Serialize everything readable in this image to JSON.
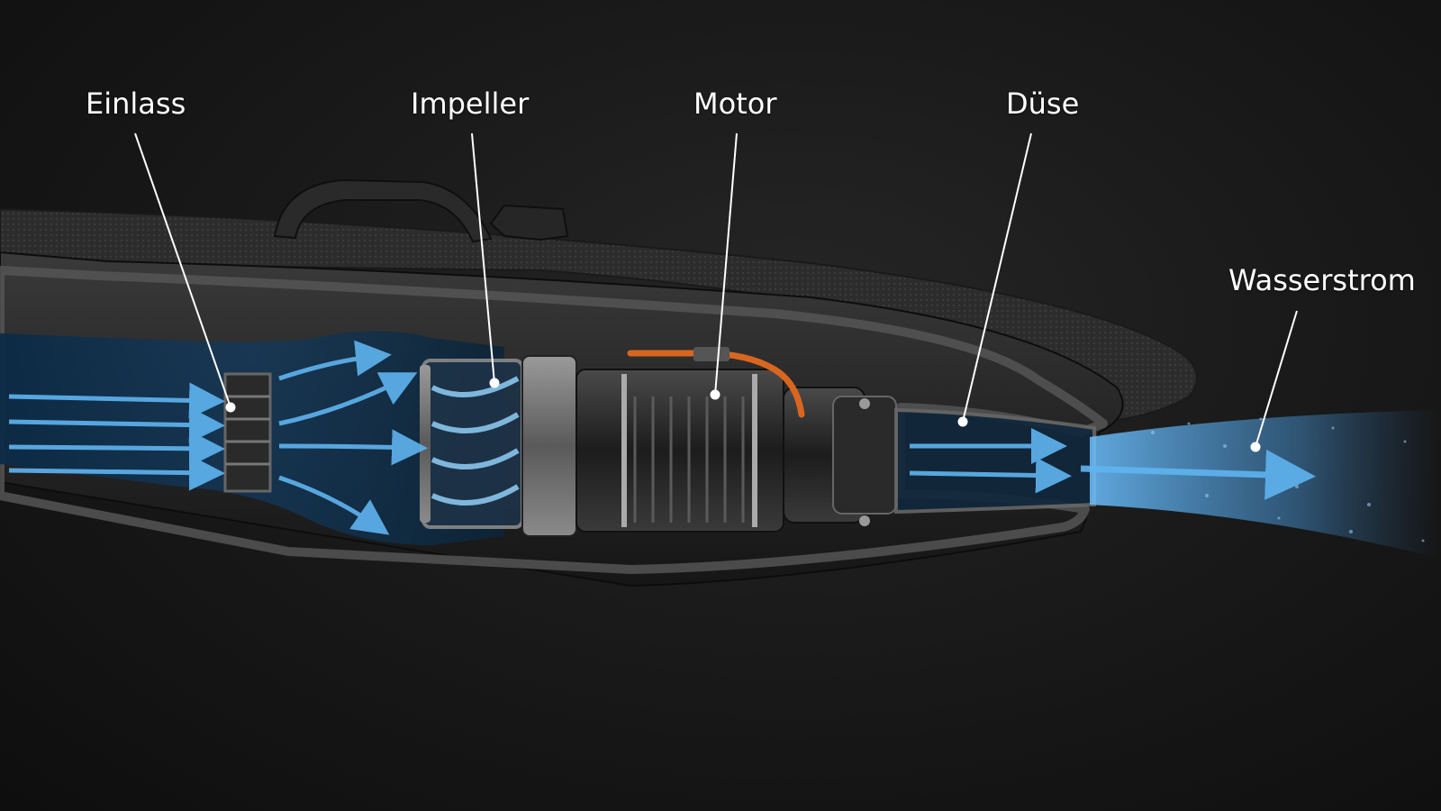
{
  "labels": {
    "intake": "Einlass",
    "impeller": "Impeller",
    "motor": "Motor",
    "nozzle": "Düse",
    "water_jet": "Wasserstrom"
  },
  "colors": {
    "background": "#141414",
    "water_flow": "#4fa8e6",
    "leader_line": "#ffffff",
    "hull": "#2b2b2b",
    "coolant_pipe": "#d9661f"
  }
}
